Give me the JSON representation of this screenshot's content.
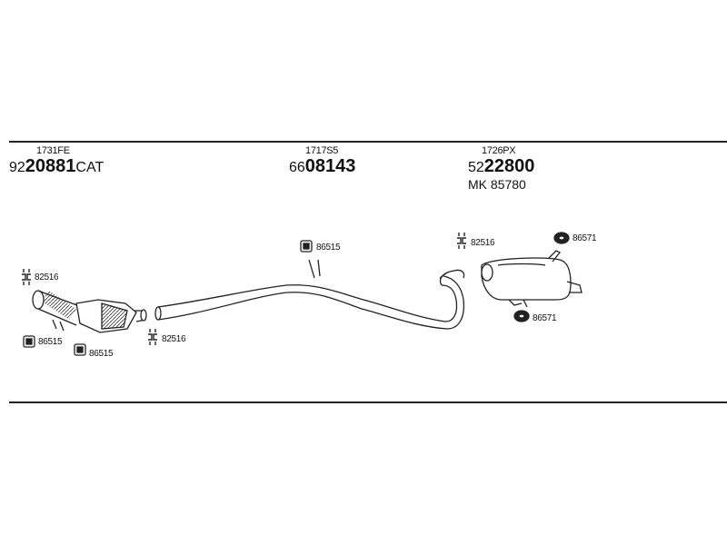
{
  "parts": {
    "catalytic": {
      "code": "1731FE",
      "prefix": "92",
      "number": "20881",
      "suffix": "CAT"
    },
    "middle": {
      "code": "1717S5",
      "prefix": "66",
      "number": "08143"
    },
    "rear": {
      "code": "1726PX",
      "prefix": "52",
      "number": "22800",
      "kit": "MK 85780"
    }
  },
  "callouts": {
    "c1": "82516",
    "c2": "86515",
    "c3": "86515",
    "c4": "82516",
    "c5": "86515",
    "c6": "82516",
    "c7": "86571",
    "c8": "86571"
  }
}
